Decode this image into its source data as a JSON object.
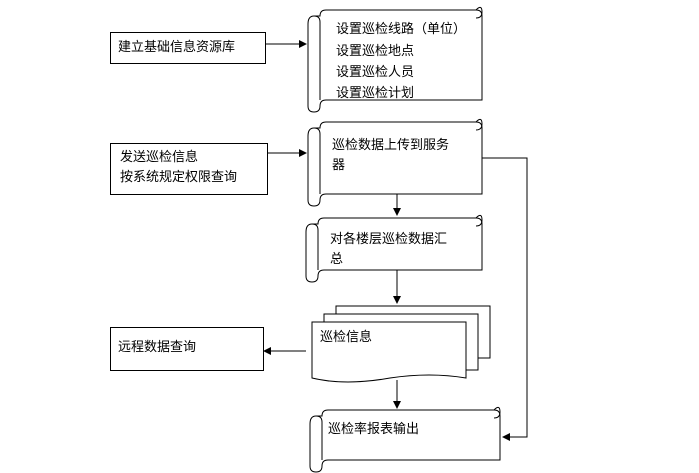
{
  "left_boxes": {
    "resource_db": "建立基础信息资源库",
    "send_line1": "发送巡检信息",
    "send_line2": "按系统规定权限查询",
    "remote_query": "远程数据查询"
  },
  "scrolls": {
    "setup_line1": "设置巡检线路（单位）",
    "setup_line2": "设置巡检地点",
    "setup_line3": "设置巡检人员",
    "setup_line4": "设置巡检计划",
    "upload_line1": "巡检数据上传到服务",
    "upload_line2": "器",
    "summary_line1": "对各楼层巡检数据汇",
    "summary_line2": "总",
    "report": "巡检率报表输出"
  },
  "document": {
    "label": "巡检信息"
  }
}
